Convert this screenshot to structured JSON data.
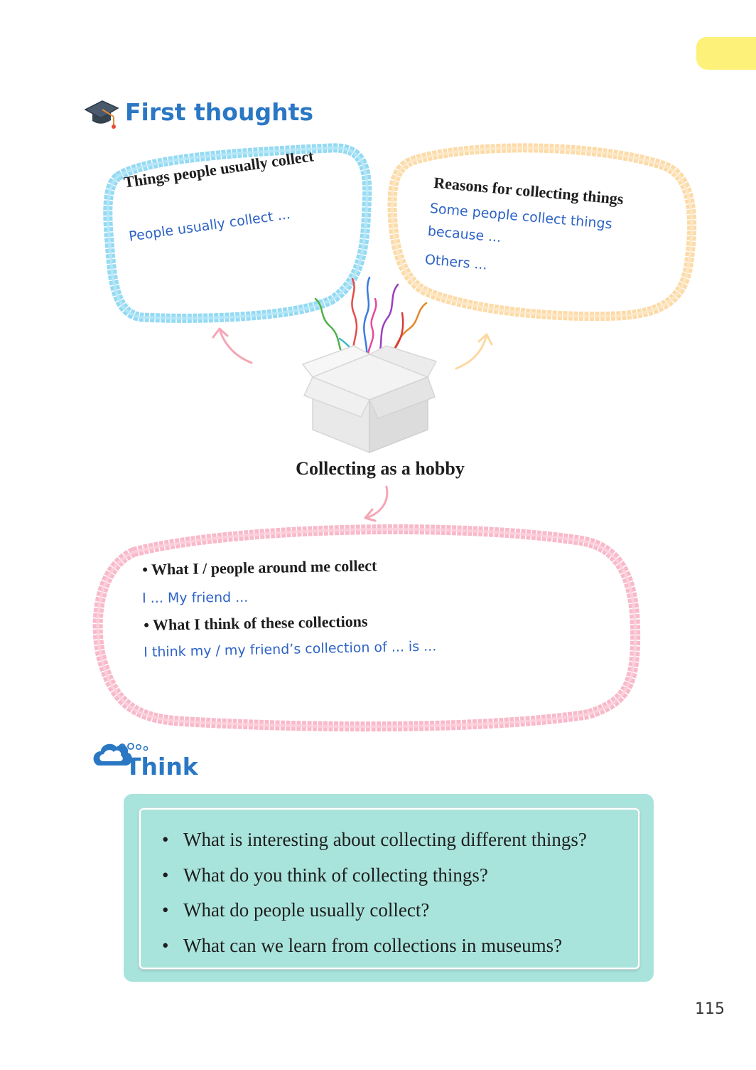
{
  "header": {
    "section_title": "First thoughts"
  },
  "mindmap": {
    "center_label": "Collecting as a hobby",
    "blue_bubble": {
      "title": "Things people usually collect",
      "prompt": "People usually collect ..."
    },
    "orange_bubble": {
      "title": "Reasons for collecting things",
      "prompt_line1": "Some people collect things",
      "prompt_line2": "because ...",
      "prompt_line3": "Others ..."
    },
    "pink_bubble": {
      "question1": "• What I / people around me collect",
      "prompt1": "I ... My friend ...",
      "question2": "• What I think of these collections",
      "prompt2": "I think my / my friend’s collection of ... is ..."
    }
  },
  "think": {
    "title": "Think",
    "questions": [
      "What is interesting about collecting different things?",
      "What do you think of collecting things?",
      "What do people usually collect?",
      "What can we learn from collections in museums?"
    ]
  },
  "page_number": "115",
  "colors": {
    "heading_blue": "#2a77c4",
    "handwriting_blue": "#2d63c6",
    "blue_bubble": "#8fd8f2",
    "orange_bubble": "#fcd9a3",
    "pink_bubble": "#f8b6c8",
    "think_panel": "#a9e4dc",
    "corner_tab": "#fdf17a"
  }
}
